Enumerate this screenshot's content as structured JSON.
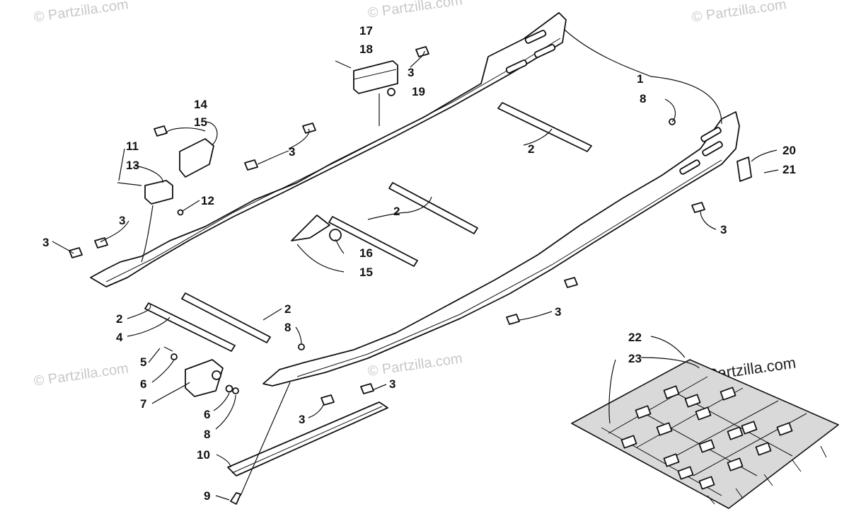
{
  "watermarks": [
    "© Partzilla.com",
    "© Partzilla.com",
    "© Partzilla.com",
    "© Partzilla.com",
    "© Partzilla.com"
  ],
  "logo": "© Partzilla.com",
  "callouts": {
    "c1": "1",
    "c2a": "2",
    "c2b": "2",
    "c2c": "2",
    "c2d": "2",
    "c3a": "3",
    "c3b": "3",
    "c3c": "3",
    "c3d": "3",
    "c3e": "3",
    "c3f": "3",
    "c3g": "3",
    "c3h": "3",
    "c4": "4",
    "c5": "5",
    "c6a": "6",
    "c6b": "6",
    "c7": "7",
    "c8a": "8",
    "c8b": "8",
    "c8c": "8",
    "c9": "9",
    "c10": "10",
    "c11": "11",
    "c12": "12",
    "c13": "13",
    "c14": "14",
    "c15a": "15",
    "c15b": "15",
    "c16": "16",
    "c17": "17",
    "c18": "18",
    "c19": "19",
    "c20": "20",
    "c21": "21",
    "c22": "22",
    "c23": "23"
  }
}
